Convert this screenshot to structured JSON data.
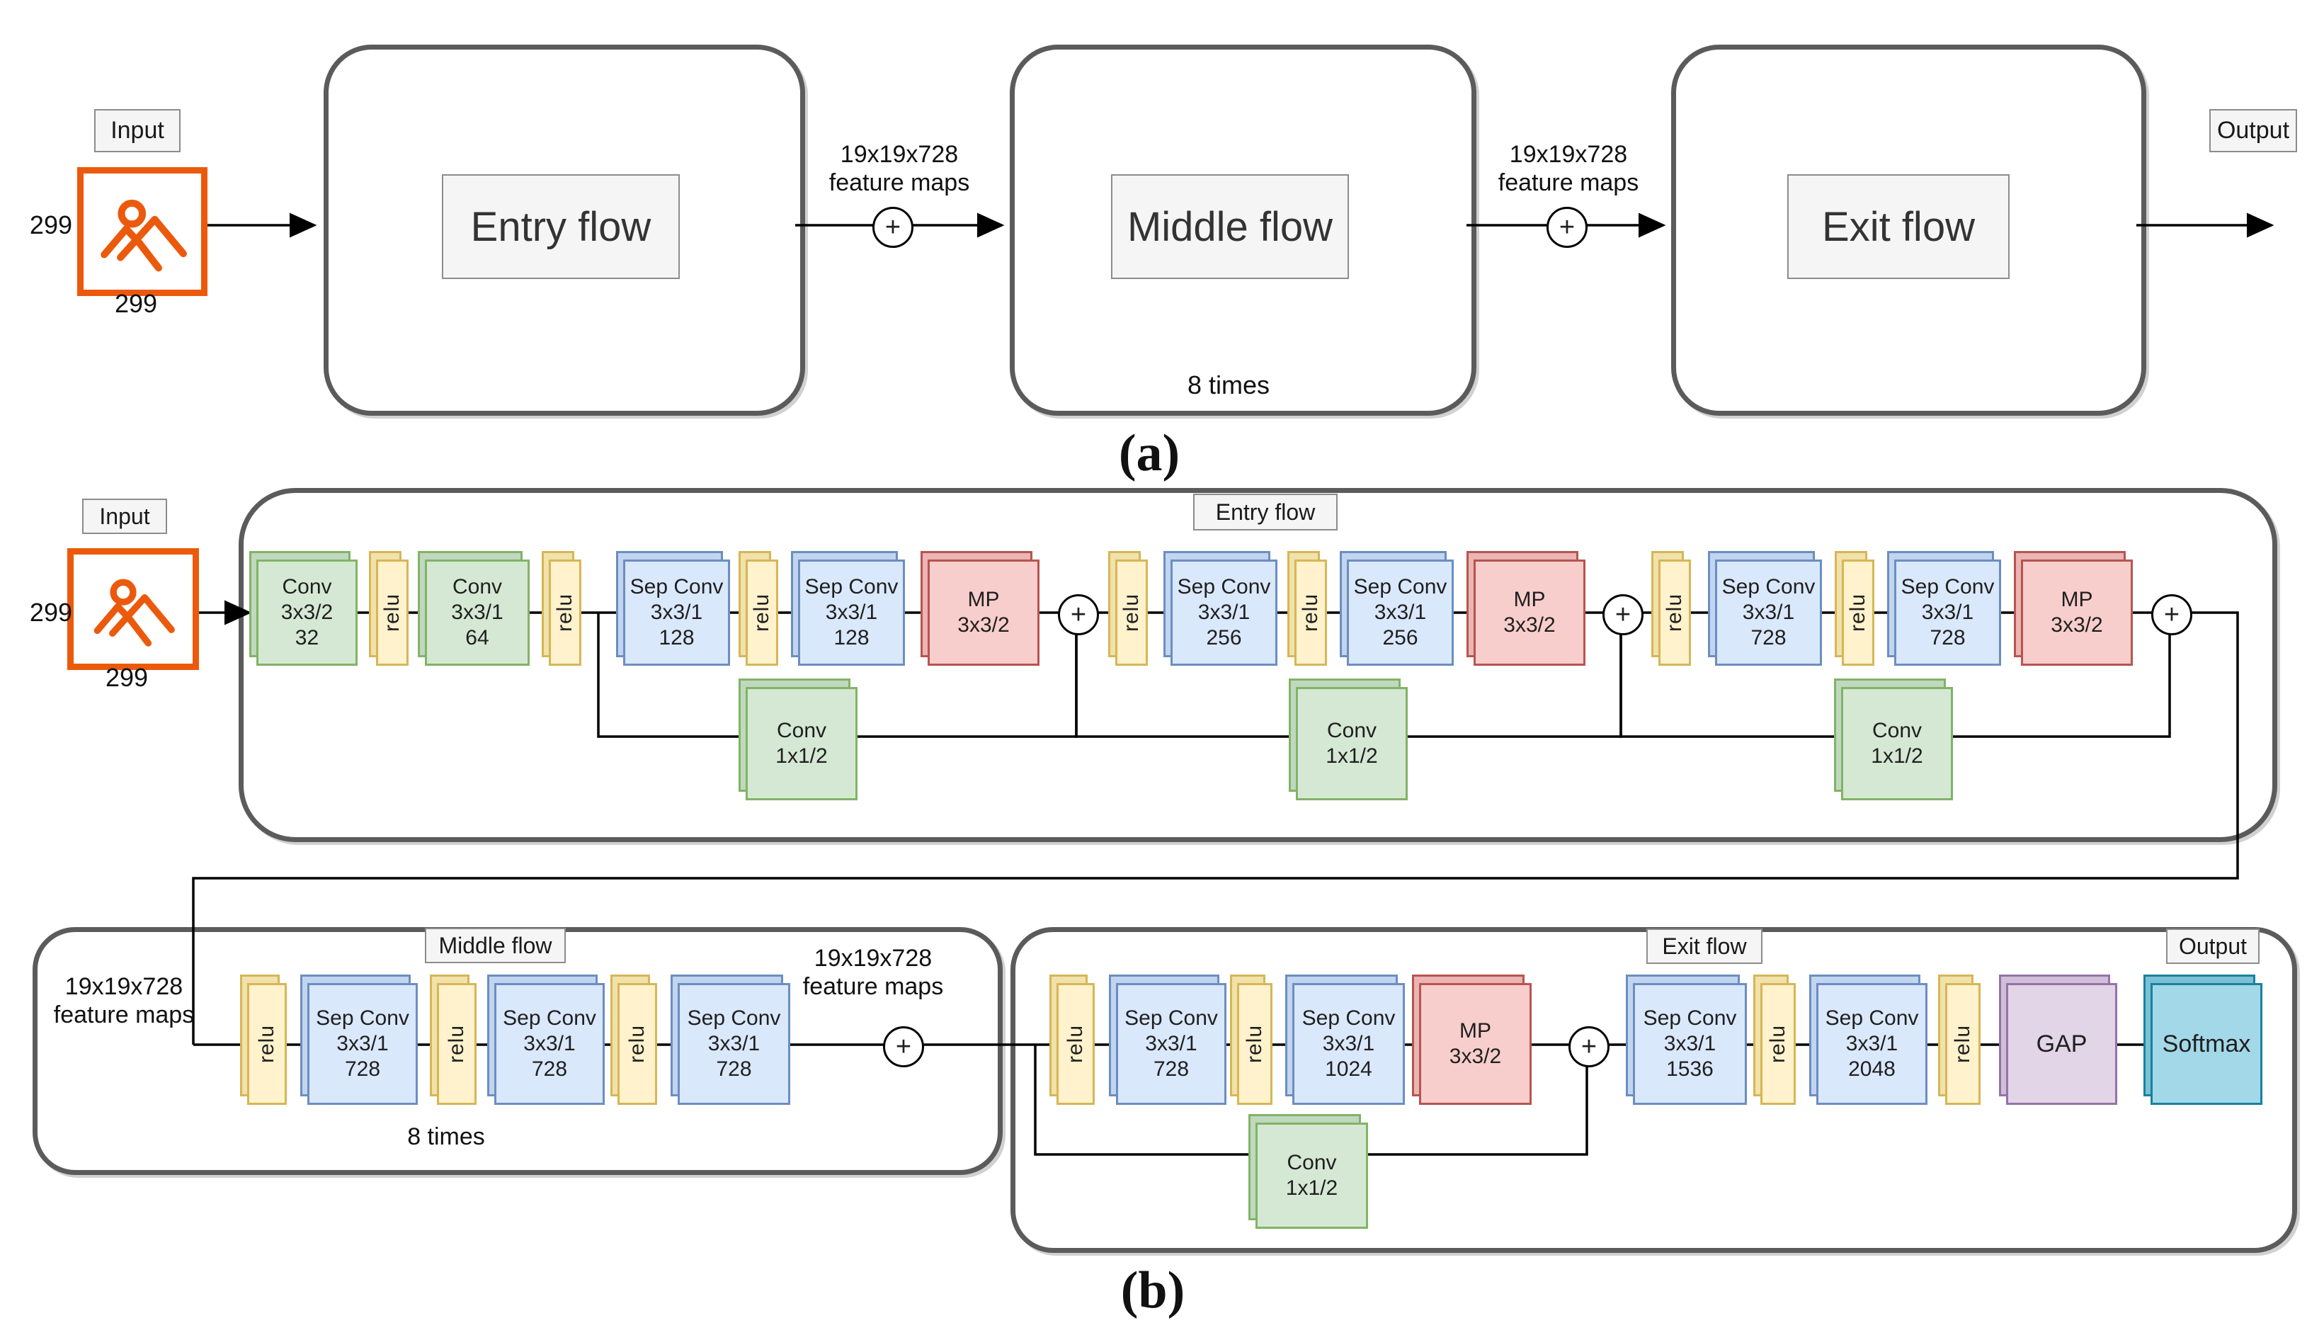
{
  "colors": {
    "conv_green": "#d5e8d4",
    "sepconv_blue": "#dae8fc",
    "relu_yellow": "#fff2cc",
    "maxpool_red": "#f8cecc",
    "gap_purple": "#e1d5e7",
    "softmax_cyan": "#a3d8e8",
    "input_orange": "#eb5a0c",
    "container_gray": "#5b5b5b"
  },
  "part_a": {
    "caption": "(a)",
    "input_label": "Input",
    "output_label": "Output",
    "dim_left": "299",
    "dim_bottom": "299",
    "entry_label": "Entry flow",
    "middle_label": "Middle flow",
    "exit_label": "Exit flow",
    "repeat_note": "8 times",
    "feature_maps_1": "19x19x728\nfeature maps",
    "feature_maps_2": "19x19x728\nfeature maps",
    "plus": "+"
  },
  "part_b": {
    "caption": "(b)",
    "input_label": "Input",
    "dim_left": "299",
    "dim_bottom": "299",
    "entry": {
      "title": "Entry flow",
      "plus": "+",
      "blocks": [
        {
          "type": "conv",
          "label": "Conv\n3x3/2\n32"
        },
        {
          "type": "relu",
          "label": "relu"
        },
        {
          "type": "conv",
          "label": "Conv\n3x3/1\n64"
        },
        {
          "type": "relu",
          "label": "relu"
        },
        {
          "type": "sepconv",
          "label": "Sep Conv\n3x3/1\n128"
        },
        {
          "type": "relu",
          "label": "relu"
        },
        {
          "type": "sepconv",
          "label": "Sep Conv\n3x3/1\n128"
        },
        {
          "type": "maxpool",
          "label": "MP\n3x3/2"
        },
        {
          "type": "relu",
          "label": "relu"
        },
        {
          "type": "sepconv",
          "label": "Sep Conv\n3x3/1\n256"
        },
        {
          "type": "relu",
          "label": "relu"
        },
        {
          "type": "sepconv",
          "label": "Sep Conv\n3x3/1\n256"
        },
        {
          "type": "maxpool",
          "label": "MP\n3x3/2"
        },
        {
          "type": "relu",
          "label": "relu"
        },
        {
          "type": "sepconv",
          "label": "Sep Conv\n3x3/1\n728"
        },
        {
          "type": "relu",
          "label": "relu"
        },
        {
          "type": "sepconv",
          "label": "Sep Conv\n3x3/1\n728"
        },
        {
          "type": "maxpool",
          "label": "MP\n3x3/2"
        }
      ],
      "skip_blocks": [
        {
          "label": "Conv\n1x1/2"
        },
        {
          "label": "Conv\n1x1/2"
        },
        {
          "label": "Conv\n1x1/2"
        }
      ]
    },
    "middle": {
      "title": "Middle flow",
      "feature_maps_in": "19x19x728\nfeature maps",
      "feature_maps_out": "19x19x728\nfeature maps",
      "repeat_note": "8 times",
      "plus": "+",
      "blocks": [
        {
          "type": "relu",
          "label": "relu"
        },
        {
          "type": "sepconv",
          "label": "Sep Conv\n3x3/1\n728"
        },
        {
          "type": "relu",
          "label": "relu"
        },
        {
          "type": "sepconv",
          "label": "Sep Conv\n3x3/1\n728"
        },
        {
          "type": "relu",
          "label": "relu"
        },
        {
          "type": "sepconv",
          "label": "Sep Conv\n3x3/1\n728"
        }
      ]
    },
    "exit": {
      "title": "Exit flow",
      "output_label": "Output",
      "plus": "+",
      "skip_block": {
        "label": "Conv\n1x1/2"
      },
      "blocks": [
        {
          "type": "relu",
          "label": "relu"
        },
        {
          "type": "sepconv",
          "label": "Sep Conv\n3x3/1\n728"
        },
        {
          "type": "relu",
          "label": "relu"
        },
        {
          "type": "sepconv",
          "label": "Sep Conv\n3x3/1\n1024"
        },
        {
          "type": "maxpool",
          "label": "MP\n3x3/2"
        },
        {
          "type": "sepconv",
          "label": "Sep Conv\n3x3/1\n1536"
        },
        {
          "type": "relu",
          "label": "relu"
        },
        {
          "type": "sepconv",
          "label": "Sep Conv\n3x3/1\n2048"
        },
        {
          "type": "relu",
          "label": "relu"
        },
        {
          "type": "gap",
          "label": "GAP"
        },
        {
          "type": "softmax",
          "label": "Softmax"
        }
      ]
    }
  }
}
